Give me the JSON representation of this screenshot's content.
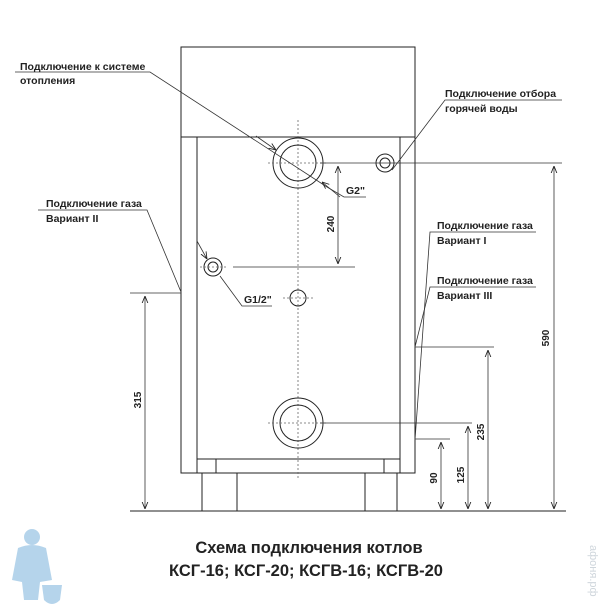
{
  "labels": {
    "heating_line1": "Подключение к системе",
    "heating_line2": "отопления",
    "hot_water_line1": "Подключение отбора",
    "hot_water_line2": "горячей воды",
    "gas2_line1": "Подключение газа",
    "gas2_line2": "Вариант II",
    "gas1_line1": "Подключение газа",
    "gas1_line2": "Вариант I",
    "gas3_line1": "Подключение газа",
    "gas3_line2": "Вариант III",
    "thread_large": "G2\"",
    "thread_small": "G1/2\""
  },
  "dimensions": {
    "d240": "240",
    "d315": "315",
    "d590": "590",
    "d235": "235",
    "d125": "125",
    "d90": "90"
  },
  "title": {
    "line1": "Схема подключения котлов",
    "line2": "КСГ-16; КСГ-20; КСГВ-16; КСГВ-20"
  },
  "watermark": "афоня.рф",
  "colors": {
    "line": "#222222",
    "mascot": "#a9cde8"
  }
}
